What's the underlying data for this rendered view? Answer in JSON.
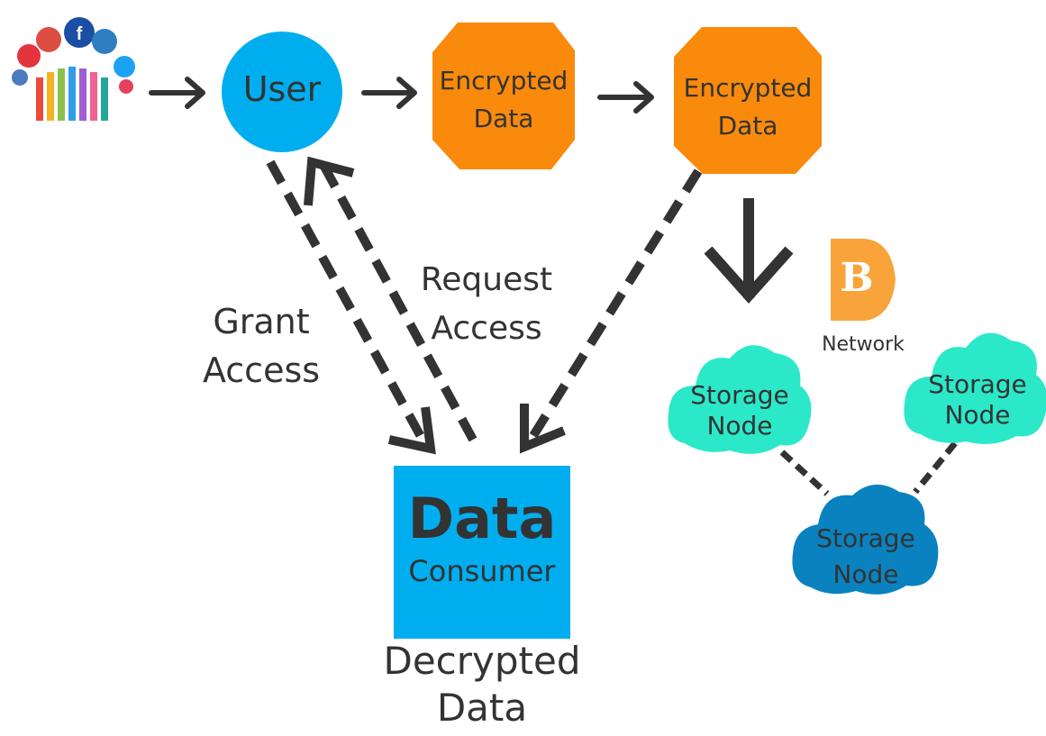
{
  "nodes": {
    "user": "User",
    "encrypted_1": [
      "Encrypted",
      "Data"
    ],
    "encrypted_2": [
      "Encrypted",
      "Data"
    ],
    "consumer": [
      "Data",
      "Consumer"
    ],
    "decrypted": [
      "Decrypted",
      "Data"
    ],
    "storage_1": [
      "Storage",
      "Node"
    ],
    "storage_2": [
      "Storage",
      "Node"
    ],
    "storage_3": [
      "Storage",
      "Node"
    ],
    "network": "Network",
    "network_badge": "B"
  },
  "edges": {
    "grant": [
      "Grant",
      "Access"
    ],
    "request": [
      "Request",
      "Access"
    ]
  },
  "colors": {
    "user": "#00AEEF",
    "encrypted": "#F98A0C",
    "consumer": "#00AEEF",
    "storage_light": "#2BE8C8",
    "storage_dark": "#0A82C0",
    "network": "#F9A43A",
    "arrow": "#333333"
  },
  "icons": {
    "social": "social-media-crowd-icon",
    "network": "bitcoin-icon"
  }
}
